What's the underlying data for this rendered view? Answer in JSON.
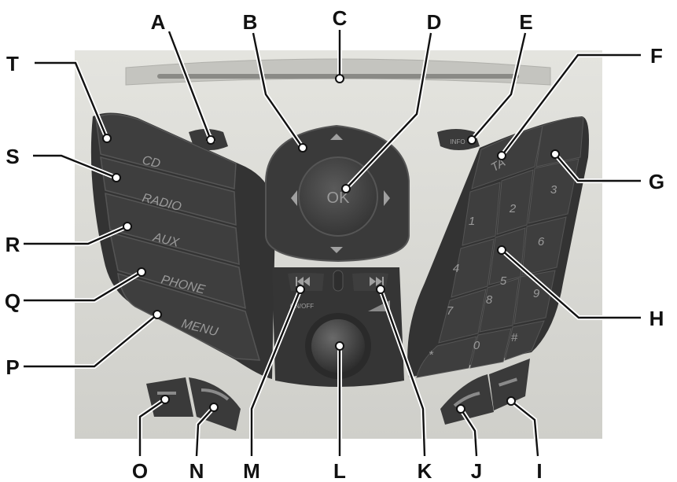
{
  "colors": {
    "panel": "#d9d9d4",
    "button": "#3c3c3c",
    "button_text": "#9a9a9a",
    "callout": "#111111"
  },
  "buttons": {
    "left_stack": [
      "CD",
      "RADIO",
      "AUX",
      "PHONE",
      "MENU"
    ],
    "keypad": [
      "TA",
      "1",
      "2",
      "3",
      "4",
      "5",
      "6",
      "7",
      "8",
      "9",
      "*",
      "0",
      "#"
    ],
    "ok": "OK",
    "info": "INFO",
    "on_off": "ON/OFF"
  },
  "callouts": [
    "A",
    "B",
    "C",
    "D",
    "E",
    "F",
    "G",
    "H",
    "I",
    "J",
    "K",
    "L",
    "M",
    "N",
    "O",
    "P",
    "Q",
    "R",
    "S",
    "T"
  ]
}
